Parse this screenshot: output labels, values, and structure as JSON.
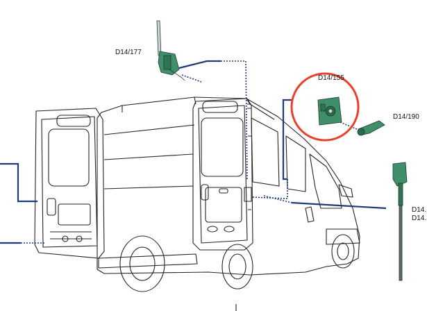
{
  "diagram": {
    "callouts": {
      "part_antenna_lock": "D14/177",
      "part_lock_highlighted": "D14/155",
      "part_lever": "D14/190",
      "part_rod_lock_1": "D14.",
      "part_rod_lock_2": "D14."
    },
    "highlight_color": "#e8412a",
    "part_color": "#3f8f6a",
    "leader_color": "#1f3a78"
  }
}
